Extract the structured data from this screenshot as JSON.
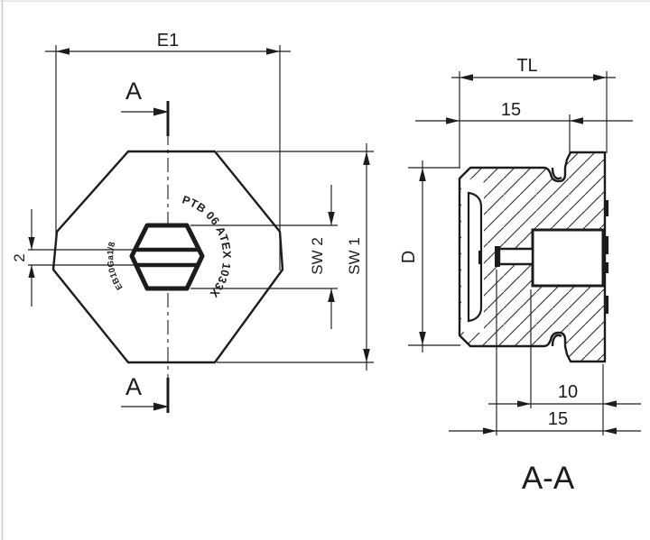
{
  "front_view": {
    "dim_e1": "E1",
    "dim_sw1": "SW 1",
    "dim_sw2": "SW 2",
    "dim_slot": "2",
    "section_arrow_top": "A",
    "section_arrow_bottom": "A",
    "marking_right": "PTB 06 ATEX 1033X",
    "marking_left": "EB10Ga1/8"
  },
  "section_view": {
    "dim_tl": "TL",
    "dim_top_15": "15",
    "dim_d": "D",
    "dim_10": "10",
    "dim_bottom_15": "15",
    "title": "A-A"
  },
  "colors": {
    "line": "#1c1c1c",
    "background": "#ffffff"
  }
}
